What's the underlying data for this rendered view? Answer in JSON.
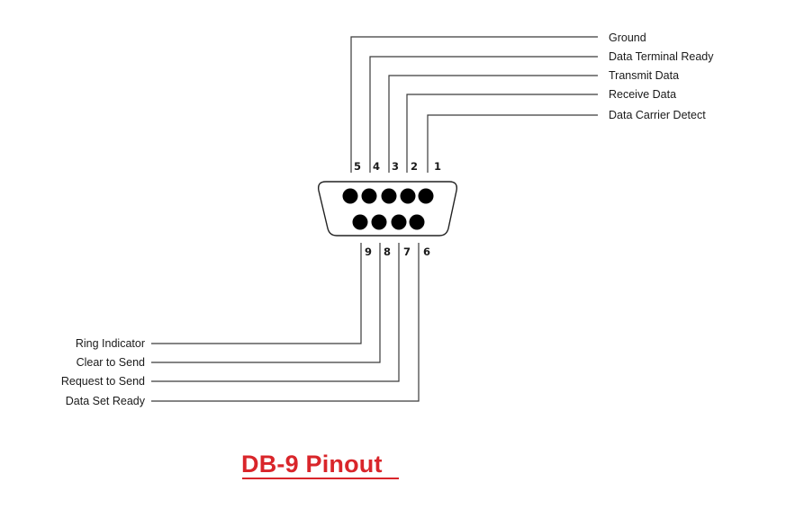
{
  "title": "DB-9 Pinout",
  "colors": {
    "line": "#3a3a3a",
    "text": "#1a1a1a",
    "pin": "#000000",
    "title": "#d9252a"
  },
  "top_row": {
    "pin_numbers": [
      "5",
      "4",
      "3",
      "2",
      "1"
    ],
    "pins": [
      {
        "number": "5",
        "signal": "Ground"
      },
      {
        "number": "4",
        "signal": "Data Terminal Ready"
      },
      {
        "number": "3",
        "signal": "Transmit Data"
      },
      {
        "number": "2",
        "signal": "Receive Data"
      },
      {
        "number": "1",
        "signal": "Data Carrier Detect"
      }
    ]
  },
  "bottom_row": {
    "pin_numbers": [
      "9",
      "8",
      "7",
      "6"
    ],
    "pins": [
      {
        "number": "9",
        "signal": "Ring Indicator"
      },
      {
        "number": "8",
        "signal": "Clear to Send"
      },
      {
        "number": "7",
        "signal": "Request to Send"
      },
      {
        "number": "6",
        "signal": "Data Set Ready"
      }
    ]
  }
}
